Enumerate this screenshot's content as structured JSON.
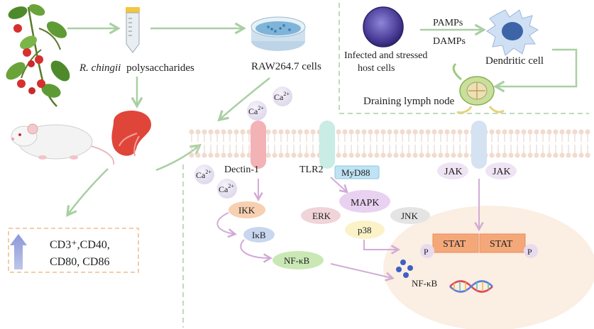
{
  "source": {
    "species": "R. chingii",
    "compound": "polysaccharides"
  },
  "cells": {
    "raw": "RAW264.7 cells"
  },
  "immune": {
    "infected_line1": "Infected and stressed",
    "infected_line2": "host cells",
    "pamps": "PAMPs",
    "damps": "DAMPs",
    "dendritic": "Dendritic cell",
    "lymph": "Draining lymph node"
  },
  "ions": {
    "base": "Ca",
    "charge": "2+"
  },
  "receptors": {
    "dectin": "Dectin-1",
    "tlr2": "TLR2",
    "myd88": "MyD88",
    "jak_left": "JAK",
    "jak_right": "JAK"
  },
  "pathway": {
    "ikk": "IKK",
    "ikb": "IκB",
    "nfkb": "NF-κB",
    "mapk": "MAPK",
    "erk": "ERK",
    "jnk": "JNK",
    "p38": "p38",
    "stat_left": "STAT",
    "stat_right": "STAT",
    "phos_left": "P",
    "phos_right": "P",
    "nucleus_nfkb": "NF-κB"
  },
  "markers": {
    "line1": "CD3⁺,CD40,",
    "line2": "CD80, CD86"
  },
  "colors": {
    "arrow_green": "#a9cfa3",
    "arrow_pink": "#d9b7dc",
    "membrane_head": "#f0dccf",
    "nucleus": "#fbeee2",
    "stat": "#f4a87a",
    "dectin": "#f3b2b6",
    "tlr2": "#c9ece5",
    "jak_receptor": "#d5e2f2"
  }
}
